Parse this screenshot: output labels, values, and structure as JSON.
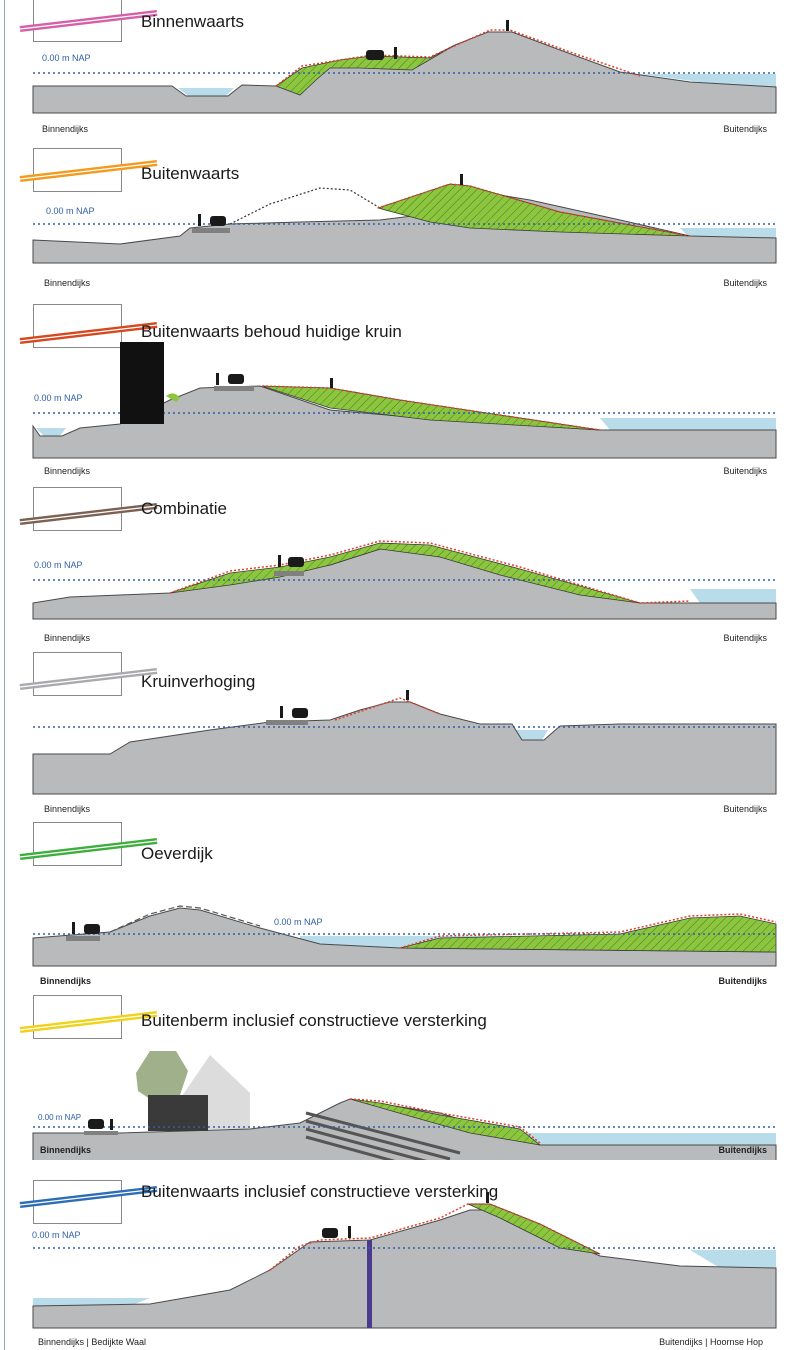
{
  "colors": {
    "ground": "#b9babc",
    "ground_edge": "#4a4a4a",
    "water": "#b9dcea",
    "green": "#8cc63f",
    "hatch": "#4d7a1f",
    "nap_line": "#2f5ea8",
    "profile_line": "#e0402a"
  },
  "panels": [
    {
      "title": "Binnenwaarts",
      "nap": "0.00 m NAP",
      "left": "Binnendijks",
      "right": "Buitendijks",
      "legend_color": "#d660a8",
      "label_weight": "normal"
    },
    {
      "title": "Buitenwaarts",
      "nap": "0.00 m NAP",
      "left": "Binnendijks",
      "right": "Buitendijks",
      "legend_color": "#f39a1f",
      "label_weight": "normal"
    },
    {
      "title": "Buitenwaarts behoud huidige kruin",
      "nap": "0.00 m NAP",
      "left": "Binnendijks",
      "right": "Buitendijks",
      "legend_color": "#d6481f",
      "label_weight": "normal"
    },
    {
      "title": "Combinatie",
      "nap": "0.00 m NAP",
      "left": "Binnendijks",
      "right": "Buitendijks",
      "legend_color": "#7a6152",
      "label_weight": "normal"
    },
    {
      "title": "Kruinverhoging",
      "nap": "",
      "left": "Binnendijks",
      "right": "Buitendijks",
      "legend_color": "#a9aaae",
      "label_weight": "normal"
    },
    {
      "title": "Oeverdijk",
      "nap": "0.00 m NAP",
      "left": "Binnendijks",
      "right": "Buitendijks",
      "legend_color": "#3fae3f",
      "label_weight": "bold"
    },
    {
      "title": "Buitenberm inclusief constructieve versterking",
      "nap": "0.00 m NAP",
      "left": "Binnendijks",
      "right": "Buitendijks",
      "legend_color": "#f0d21a",
      "label_weight": "bold"
    },
    {
      "title": "Buitenwaarts inclusief constructieve versterking",
      "nap": "0.00 m NAP",
      "left": "Binnendijks | Bedijkte Waal",
      "right": "Buitendijks | Hoornse Hop",
      "legend_color": "#2d6db5",
      "label_weight": "normal"
    }
  ]
}
